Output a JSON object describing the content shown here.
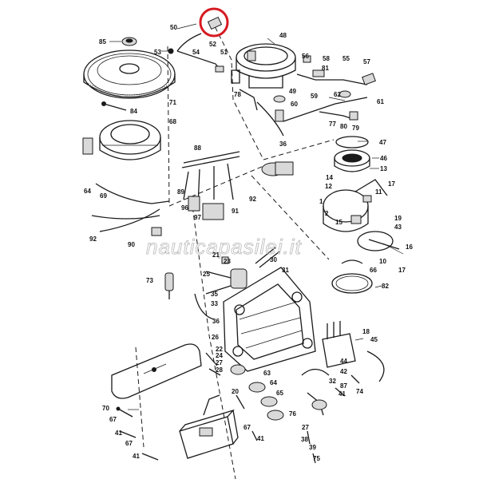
{
  "watermark": "nauticapasilei.it",
  "highlight_color": "#d71920",
  "callouts": [
    {
      "id": "c50",
      "label": "50"
    },
    {
      "id": "c52",
      "label": "52"
    },
    {
      "id": "c53",
      "label": "53"
    },
    {
      "id": "c54",
      "label": "54"
    },
    {
      "id": "c85",
      "label": "85"
    },
    {
      "id": "c71",
      "label": "71"
    },
    {
      "id": "c84",
      "label": "84"
    },
    {
      "id": "c68",
      "label": "68"
    },
    {
      "id": "c51",
      "label": "51"
    },
    {
      "id": "c48",
      "label": "48"
    },
    {
      "id": "c56",
      "label": "56"
    },
    {
      "id": "c58",
      "label": "58"
    },
    {
      "id": "c55",
      "label": "55"
    },
    {
      "id": "c57",
      "label": "57"
    },
    {
      "id": "c78",
      "label": "78"
    },
    {
      "id": "c49",
      "label": "49"
    },
    {
      "id": "c60",
      "label": "60"
    },
    {
      "id": "c59",
      "label": "59"
    },
    {
      "id": "c62",
      "label": "62"
    },
    {
      "id": "c61",
      "label": "61"
    },
    {
      "id": "c77",
      "label": "77"
    },
    {
      "id": "c80",
      "label": "80"
    },
    {
      "id": "c79",
      "label": "79"
    },
    {
      "id": "c36",
      "label": "36"
    },
    {
      "id": "c47",
      "label": "47"
    },
    {
      "id": "c46",
      "label": "46"
    },
    {
      "id": "c88",
      "label": "88"
    },
    {
      "id": "c13",
      "label": "13"
    },
    {
      "id": "c14",
      "label": "14"
    },
    {
      "id": "c17",
      "label": "17"
    },
    {
      "id": "c12",
      "label": "12"
    },
    {
      "id": "c11",
      "label": "11"
    },
    {
      "id": "c1",
      "label": "1"
    },
    {
      "id": "c2",
      "label": "2"
    },
    {
      "id": "c15",
      "label": "15"
    },
    {
      "id": "c19",
      "label": "19"
    },
    {
      "id": "c43",
      "label": "43"
    },
    {
      "id": "c64",
      "label": "64"
    },
    {
      "id": "c69",
      "label": "69"
    },
    {
      "id": "c89",
      "label": "89"
    },
    {
      "id": "c96",
      "label": "96"
    },
    {
      "id": "c97",
      "label": "97"
    },
    {
      "id": "c91",
      "label": "91"
    },
    {
      "id": "c92",
      "label": "92"
    },
    {
      "id": "c92b",
      "label": "92"
    },
    {
      "id": "c90",
      "label": "90"
    },
    {
      "id": "c21",
      "label": "21"
    },
    {
      "id": "c23",
      "label": "23"
    },
    {
      "id": "c30",
      "label": "30"
    },
    {
      "id": "c31",
      "label": "31"
    },
    {
      "id": "c73",
      "label": "73"
    },
    {
      "id": "c25",
      "label": "25"
    },
    {
      "id": "c35",
      "label": "35"
    },
    {
      "id": "c33",
      "label": "33"
    },
    {
      "id": "c16",
      "label": "16"
    },
    {
      "id": "c10",
      "label": "10"
    },
    {
      "id": "c66",
      "label": "66"
    },
    {
      "id": "c17b",
      "label": "17"
    },
    {
      "id": "c82",
      "label": "82"
    },
    {
      "id": "c36b",
      "label": "36"
    },
    {
      "id": "c26",
      "label": "26"
    },
    {
      "id": "c18",
      "label": "18"
    },
    {
      "id": "c45",
      "label": "45"
    },
    {
      "id": "c22",
      "label": "22"
    },
    {
      "id": "c24",
      "label": "24"
    },
    {
      "id": "c27",
      "label": "27"
    },
    {
      "id": "c28",
      "label": "28"
    },
    {
      "id": "c44",
      "label": "44"
    },
    {
      "id": "c42",
      "label": "42"
    },
    {
      "id": "c87",
      "label": "87"
    },
    {
      "id": "c74",
      "label": "74"
    },
    {
      "id": "c41",
      "label": "41"
    },
    {
      "id": "c32",
      "label": "32"
    },
    {
      "id": "c63",
      "label": "63"
    },
    {
      "id": "c64b",
      "label": "64"
    },
    {
      "id": "c65",
      "label": "65"
    },
    {
      "id": "c70",
      "label": "70"
    },
    {
      "id": "c67",
      "label": "67"
    },
    {
      "id": "c41b",
      "label": "41"
    },
    {
      "id": "c67b",
      "label": "67"
    },
    {
      "id": "c41c",
      "label": "41"
    },
    {
      "id": "c67c",
      "label": "67"
    },
    {
      "id": "c41d",
      "label": "41"
    },
    {
      "id": "c20",
      "label": "20"
    },
    {
      "id": "c76",
      "label": "76"
    },
    {
      "id": "c27b",
      "label": "27"
    },
    {
      "id": "c38",
      "label": "38"
    },
    {
      "id": "c39",
      "label": "39"
    },
    {
      "id": "c75",
      "label": "75"
    },
    {
      "id": "c81",
      "label": "81"
    }
  ]
}
